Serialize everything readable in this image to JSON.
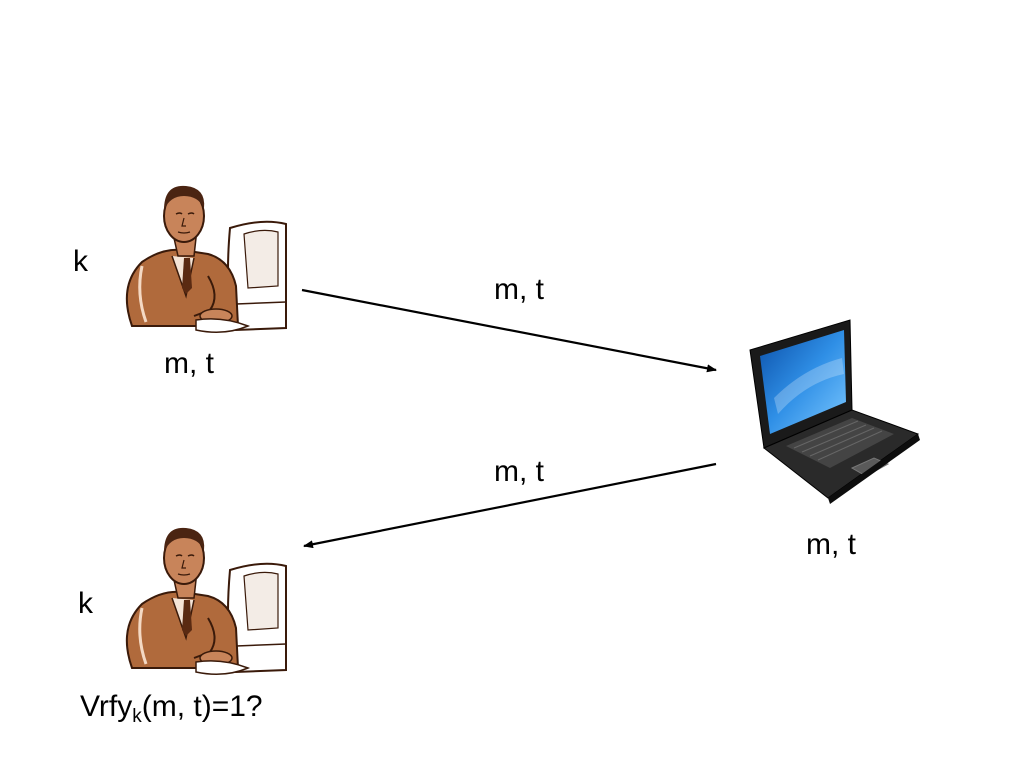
{
  "sender": {
    "key_label": "k",
    "message_label": "m, t"
  },
  "receiver": {
    "key_label": "k",
    "verify_prefix": "Vrfy",
    "verify_subscript": "k",
    "verify_suffix": "(m, t)=1?"
  },
  "adversary": {
    "message_label": "m, t"
  },
  "channel": {
    "forward_label": "m, t",
    "backward_label": "m, t"
  },
  "icons": {
    "sender": "person-at-computer-icon",
    "receiver": "person-at-computer-icon",
    "adversary": "laptop-icon"
  },
  "colors": {
    "skin": "#c8845a",
    "suit": "#b06a3c",
    "outline": "#3a1a0a",
    "hair": "#4a2412",
    "screen": "#1e7fd8",
    "laptop_body": "#1a1a1a"
  }
}
